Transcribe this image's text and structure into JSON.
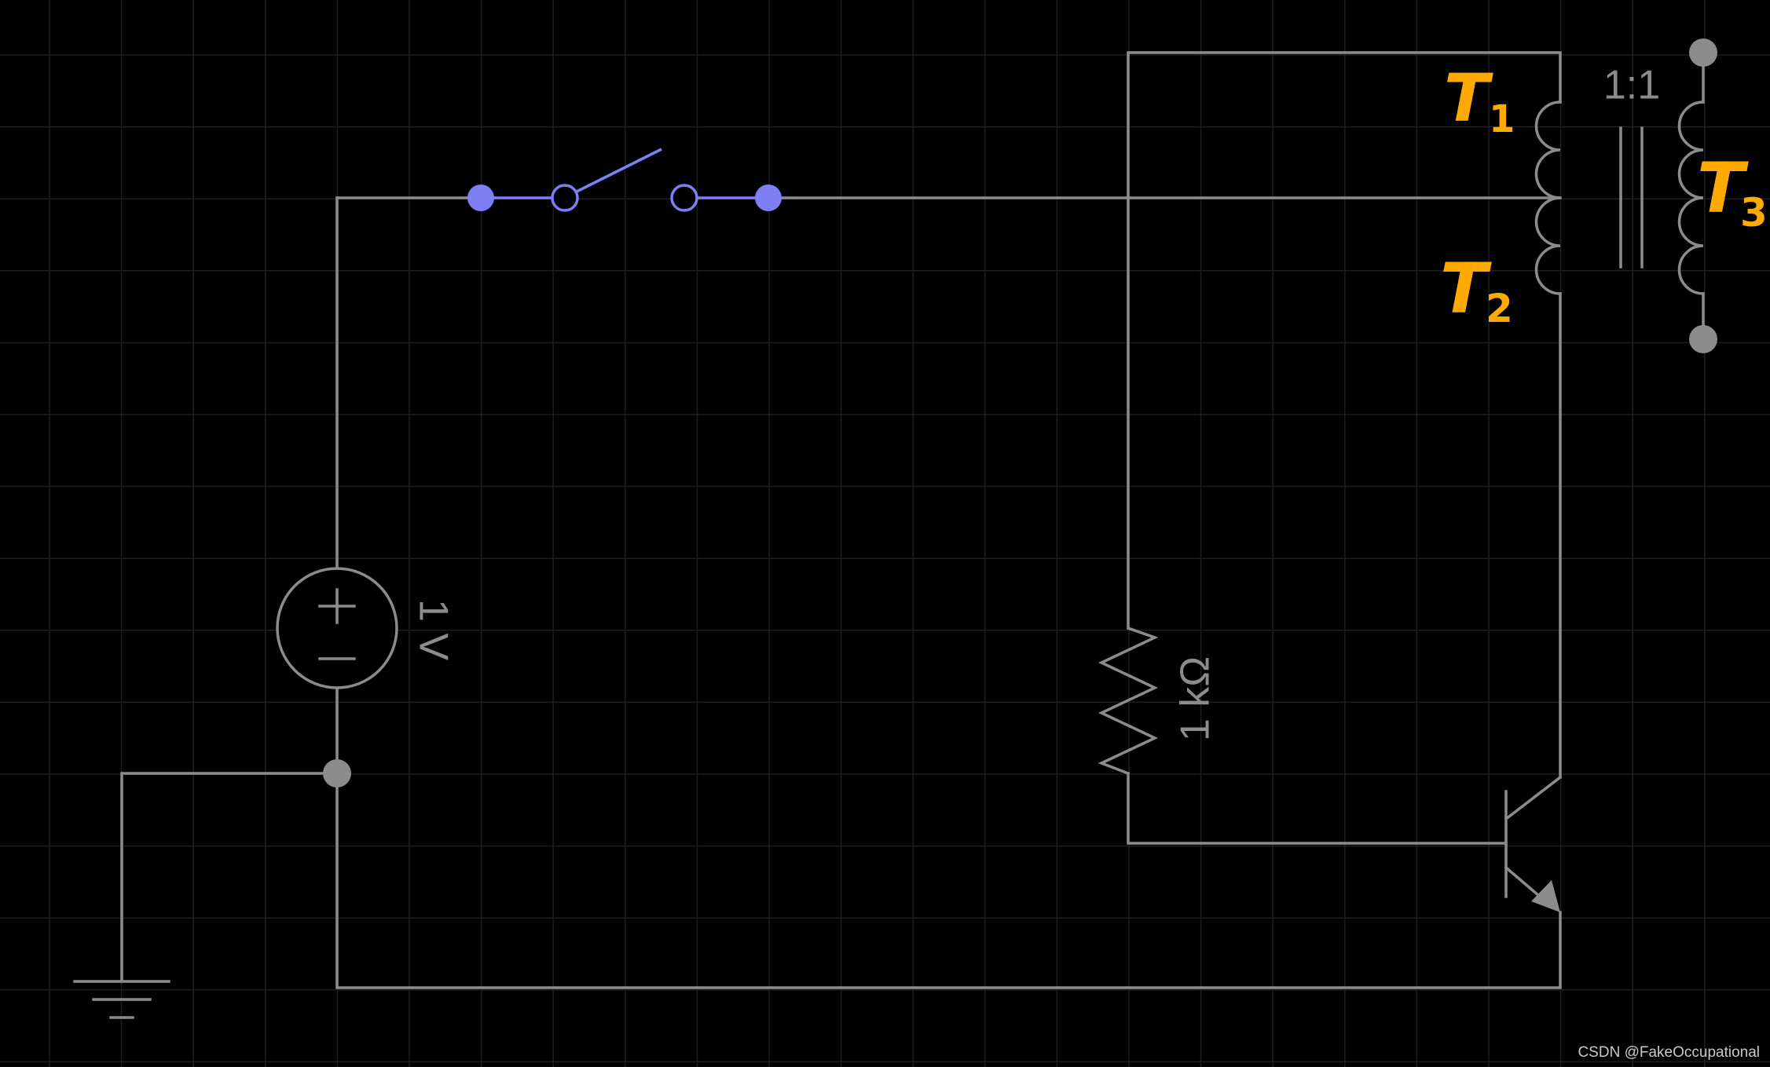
{
  "diagram": {
    "components": {
      "voltage_source": {
        "value": "1 V",
        "plus_symbol": "+",
        "minus_symbol": "−"
      },
      "resistor": {
        "value": "1 kΩ"
      },
      "transformer": {
        "ratio": "1:1"
      },
      "switch": {
        "state": "open"
      },
      "transistor": {
        "type": "npn"
      },
      "ground": {}
    },
    "annotations": [
      {
        "main": "T",
        "sub": "1"
      },
      {
        "main": "T",
        "sub": "2"
      },
      {
        "main": "T",
        "sub": "3"
      }
    ],
    "colors": {
      "background": "#000000",
      "grid": "#1e1e1e",
      "wire": "#8c8c8c",
      "switch": "#7f7ff5",
      "annotation": "#ffaa00"
    }
  },
  "watermark": "CSDN @FakeOccupational"
}
